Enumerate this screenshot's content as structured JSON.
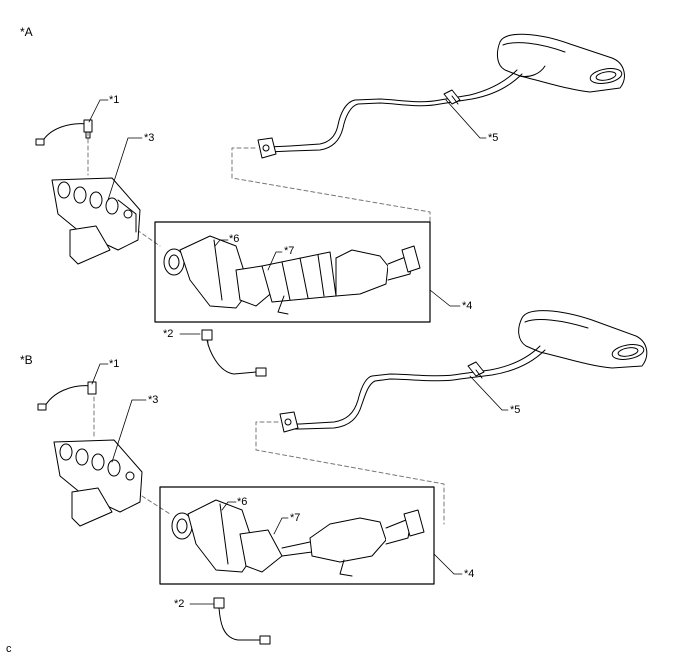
{
  "sections": [
    {
      "id": "A",
      "label": "*A",
      "callouts": {
        "c1": "*1",
        "c2": "*2",
        "c3": "*3",
        "c4": "*4",
        "c5": "*5",
        "c6": "*6",
        "c7": "*7"
      }
    },
    {
      "id": "B",
      "label": "*B",
      "callouts": {
        "c1": "*1",
        "c2": "*2",
        "c3": "*3",
        "c4": "*4",
        "c5": "*5",
        "c6": "*6",
        "c7": "*7"
      }
    }
  ],
  "footer_code": "c"
}
